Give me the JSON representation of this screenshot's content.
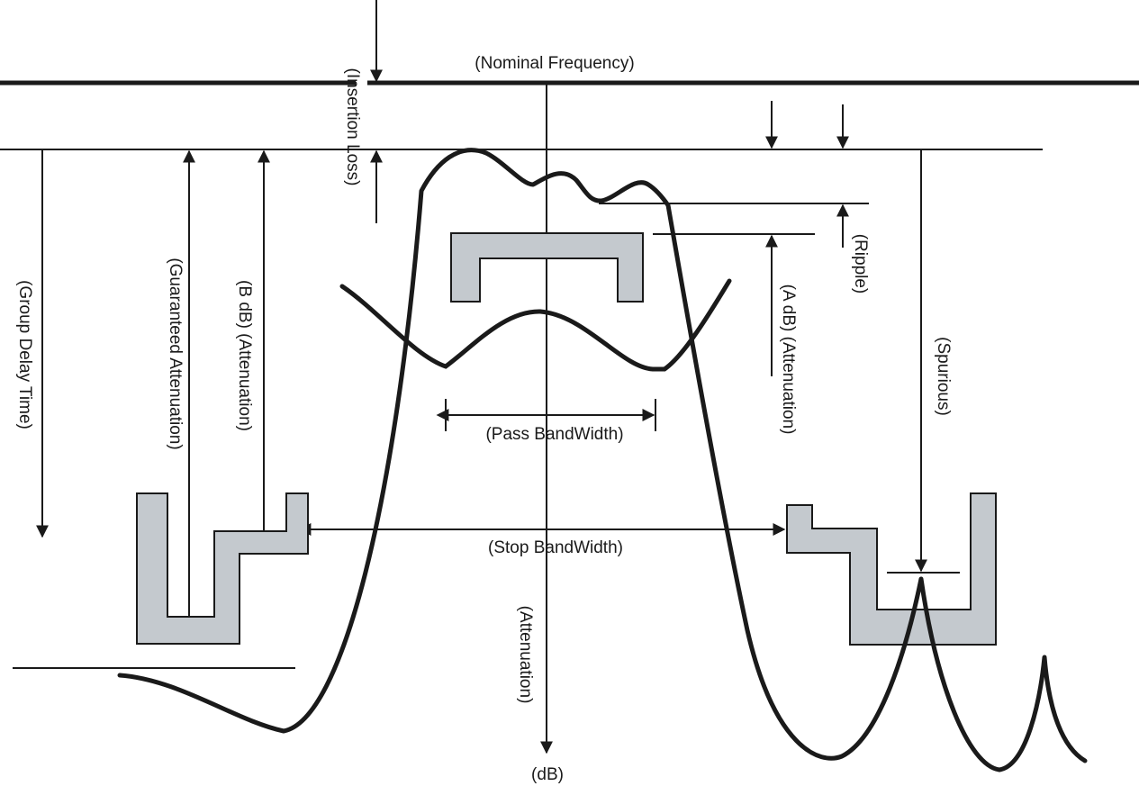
{
  "labels": {
    "nominal_frequency": "(Nominal Frequency)",
    "insertion_loss": "(Insertion Loss)",
    "group_delay_time": "(Group Delay Time)",
    "guaranteed_attenuation": "(Guaranteed Attenuation)",
    "b_db_attenuation": "(B dB) (Attenuation)",
    "pass_bandwidth": "(Pass BandWidth)",
    "stop_bandwidth": "(Stop BandWidth)",
    "attenuation": "(Attenuation)",
    "db": "(dB)",
    "a_db_attenuation": "(A dB) (Attenuation)",
    "ripple": "(Ripple)",
    "spurious": "(Spurious)"
  },
  "colors": {
    "line": "#1a1a1a",
    "mask_fill": "#c4c9ce",
    "background": "#ffffff"
  }
}
